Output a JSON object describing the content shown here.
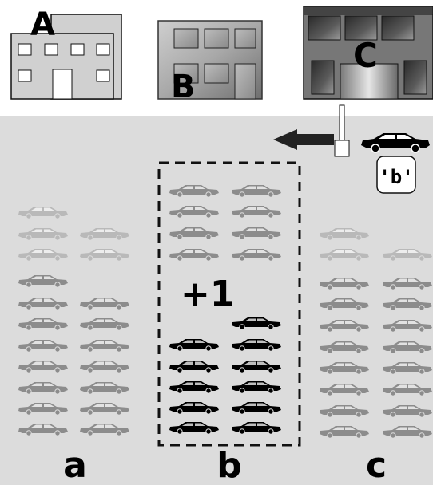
{
  "buildings": [
    {
      "label": "A"
    },
    {
      "label": "B"
    },
    {
      "label": "C"
    }
  ],
  "sign_label": "'b'",
  "increment_label": "+1",
  "lots": [
    {
      "label": "a"
    },
    {
      "label": "b"
    },
    {
      "label": "c"
    }
  ],
  "colors": {
    "lot_background": "#dcdcdc",
    "car_black": "#000000",
    "car_dark_gray": "#8c8c8c",
    "car_light_gray": "#b9b9b9",
    "arrow": "#222222"
  }
}
